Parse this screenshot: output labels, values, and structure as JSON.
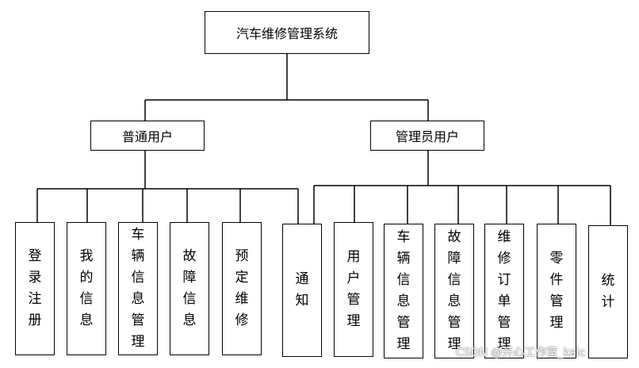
{
  "root": {
    "label": "汽车维修管理系统"
  },
  "user_group": {
    "label": "普通用户",
    "modules": [
      "登录注册",
      "我的信息",
      "车辆信息管理",
      "故障信息",
      "预定维修"
    ]
  },
  "admin_group": {
    "label": "管理员用户",
    "modules": [
      "用户管理",
      "车辆信息管理",
      "故障信息管理",
      "维修订单管理",
      "零件管理",
      "统计"
    ]
  },
  "shared_module": {
    "label": "通知"
  },
  "watermark": {
    "text": "CSDN @开心工作室_kaic"
  }
}
